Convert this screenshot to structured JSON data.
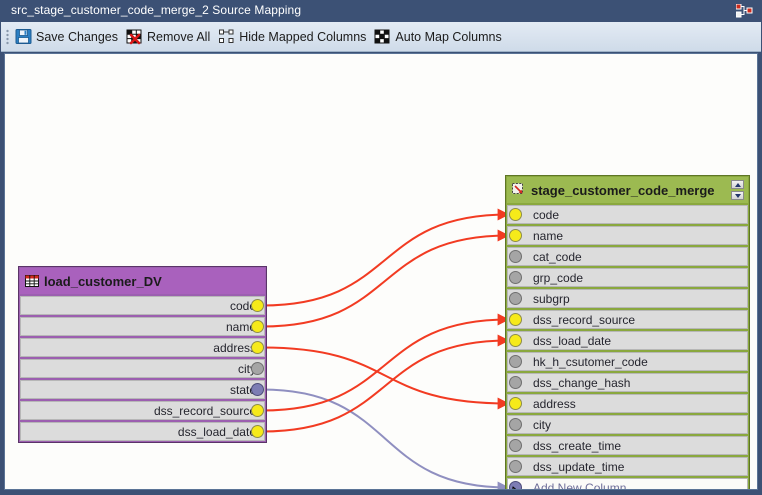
{
  "window": {
    "title": "src_stage_customer_code_merge_2 Source Mapping",
    "title_icon": "mapping-diagram-icon",
    "accent_titlebar": "#3c5175"
  },
  "toolbar": {
    "buttons": [
      {
        "label": "Save Changes",
        "icon": "save-floppy-icon"
      },
      {
        "label": "Remove All",
        "icon": "grid-remove-icon"
      },
      {
        "label": "Hide Mapped Columns",
        "icon": "hide-columns-icon"
      },
      {
        "label": "Auto Map Columns",
        "icon": "auto-map-icon"
      }
    ]
  },
  "source_table": {
    "name": "load_customer_DV",
    "icon": "table-icon",
    "header_color": "#a961bd",
    "columns": [
      {
        "name": "code",
        "state": "mapped"
      },
      {
        "name": "name",
        "state": "mapped"
      },
      {
        "name": "address",
        "state": "mapped"
      },
      {
        "name": "city",
        "state": "unmapped"
      },
      {
        "name": "state",
        "state": "selected"
      },
      {
        "name": "dss_record_source",
        "state": "mapped"
      },
      {
        "name": "dss_load_date",
        "state": "mapped"
      }
    ]
  },
  "target_table": {
    "name": "stage_customer_code_merge",
    "icon": "target-table-icon",
    "header_color": "#9cba51",
    "scroll_up_label": "▲",
    "scroll_down_label": "▼",
    "columns": [
      {
        "name": "code",
        "state": "mapped"
      },
      {
        "name": "name",
        "state": "mapped"
      },
      {
        "name": "cat_code",
        "state": "unmapped"
      },
      {
        "name": "grp_code",
        "state": "unmapped"
      },
      {
        "name": "subgrp",
        "state": "unmapped"
      },
      {
        "name": "dss_record_source",
        "state": "mapped"
      },
      {
        "name": "dss_load_date",
        "state": "mapped"
      },
      {
        "name": "hk_h_csutomer_code",
        "state": "unmapped"
      },
      {
        "name": "dss_change_hash",
        "state": "unmapped"
      },
      {
        "name": "address",
        "state": "mapped"
      },
      {
        "name": "city",
        "state": "unmapped"
      },
      {
        "name": "dss_create_time",
        "state": "unmapped"
      },
      {
        "name": "dss_update_time",
        "state": "unmapped"
      },
      {
        "name": "Add New Column",
        "state": "selected",
        "placeholder": true
      }
    ]
  },
  "mappings": [
    {
      "from": "code",
      "to": "code",
      "color": "#f23b22"
    },
    {
      "from": "name",
      "to": "name",
      "color": "#f23b22"
    },
    {
      "from": "address",
      "to": "address",
      "color": "#f23b22"
    },
    {
      "from": "state",
      "to": "Add New Column",
      "color": "#8f8fc0"
    },
    {
      "from": "dss_record_source",
      "to": "dss_record_source",
      "color": "#f23b22"
    },
    {
      "from": "dss_load_date",
      "to": "dss_load_date",
      "color": "#f23b22"
    }
  ],
  "colors": {
    "mapped_dot": "#f6ea1a",
    "unmapped_dot": "#a5a5a5",
    "selected_dot": "#7d7db4",
    "wire_mapped": "#f23b22",
    "wire_selected": "#8f8fc0",
    "canvas_bg": "#fdfdfb"
  }
}
